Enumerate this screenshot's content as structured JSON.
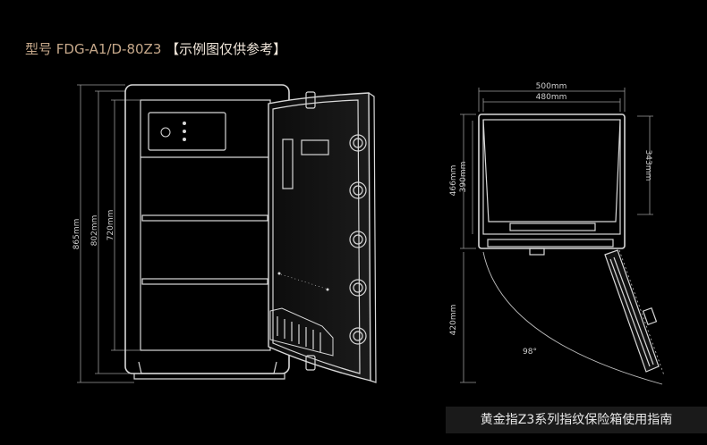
{
  "header": {
    "model_prefix": "型号 FDG-A1/D-80Z3",
    "note": "【示例图仅供参考】"
  },
  "front_view": {
    "dimensions": [
      "865mm",
      "802mm",
      "720mm"
    ]
  },
  "top_view": {
    "width_outer": "500mm",
    "width_inner": "480mm",
    "depth_outer": "466mm",
    "depth_inner": "390mm",
    "side_depth": "343mm",
    "door_swing": "420mm",
    "door_angle": "98°"
  },
  "footer": {
    "caption": "黄金指Z3系列指纹保险箱使用指南"
  },
  "colors": {
    "background": "#000000",
    "outline": "#d8d8d8",
    "title_accent": "#c6a88a",
    "footer_bg": "#1a1a1a"
  }
}
